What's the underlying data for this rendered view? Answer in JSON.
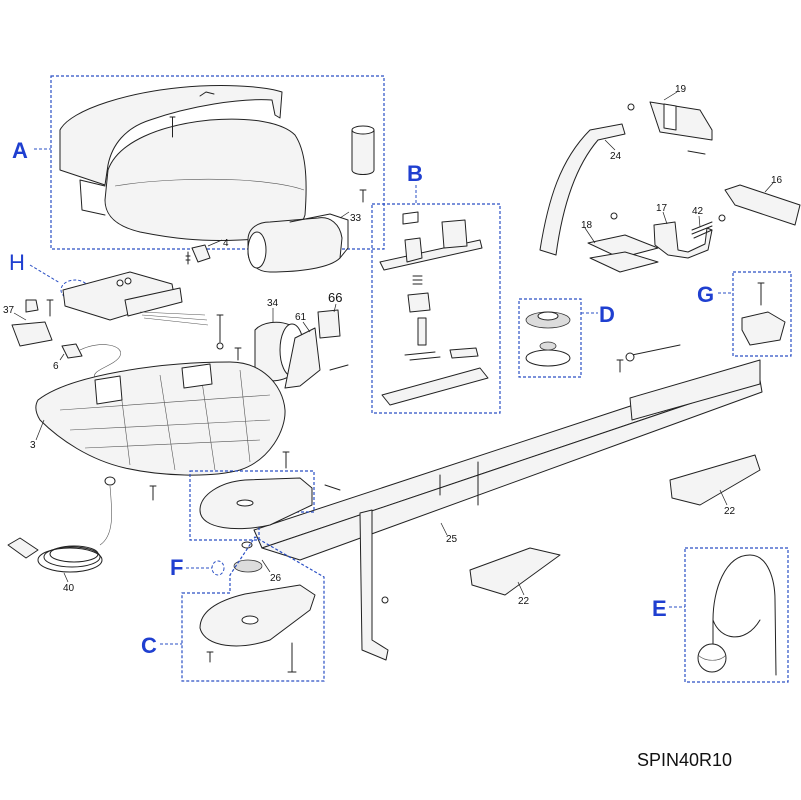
{
  "diagram": {
    "model_code": "SPIN40R10",
    "groups": [
      {
        "id": "A",
        "label": "A",
        "description_parts": [
          "cover"
        ]
      },
      {
        "id": "B",
        "label": "B"
      },
      {
        "id": "C",
        "label": "C"
      },
      {
        "id": "D",
        "label": "D"
      },
      {
        "id": "E",
        "label": "E"
      },
      {
        "id": "F",
        "label": "F"
      },
      {
        "id": "G",
        "label": "G"
      },
      {
        "id": "H",
        "label": "H"
      }
    ],
    "part_numbers": {
      "p3": "3",
      "p4": "4",
      "p6": "6",
      "p16": "16",
      "p17": "17",
      "p18": "18",
      "p19": "19",
      "p22a": "22",
      "p22b": "22",
      "p24": "24",
      "p25": "25",
      "p26": "26",
      "p33": "33",
      "p34": "34",
      "p37": "37",
      "p40": "40",
      "p42": "42",
      "p61": "61",
      "p66": "66"
    },
    "colors": {
      "group_label": "#1f3fd0",
      "group_box": "#2a4fc4",
      "line_art": "#222222"
    }
  }
}
